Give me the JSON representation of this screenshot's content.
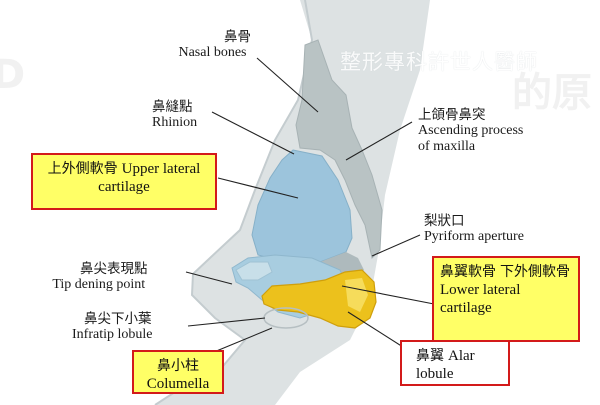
{
  "watermark": "整形專科許世人醫師",
  "labels": {
    "nasal_bones": {
      "zh": "鼻骨",
      "en": "Nasal bones"
    },
    "rhinion": {
      "zh": "鼻縫點",
      "en": "Rhinion"
    },
    "ascending_process": {
      "zh": "上頜骨鼻突",
      "en": "Ascending process",
      "en2": "of maxilla"
    },
    "upper_lateral": {
      "zh": "上外側軟骨",
      "en": "Upper lateral cartilage"
    },
    "pyriform": {
      "zh": "梨狀口",
      "en": "Pyriform aperture"
    },
    "tip_defining": {
      "zh": "鼻尖表現點",
      "en": "Tip dening point"
    },
    "lower_lateral": {
      "zh": "鼻翼軟骨",
      "zh2": "下外側軟骨",
      "en": "Lower lateral",
      "en2": "cartilage"
    },
    "infratip": {
      "zh": "鼻尖下小葉",
      "en": "Infratip lobule"
    },
    "columella": {
      "zh": "鼻小柱",
      "en": "Columella"
    },
    "alar_lobule": {
      "zh": "鼻翼",
      "en": "Alar lobule"
    }
  },
  "colors": {
    "highlight_fill": "#ffff66",
    "highlight_border": "#d31a1a",
    "bone": "#b9c3c4",
    "upper_cartilage": "#9cc4dc",
    "lower_cartilage": "#ecc11c",
    "skin": "#dde2e3"
  }
}
